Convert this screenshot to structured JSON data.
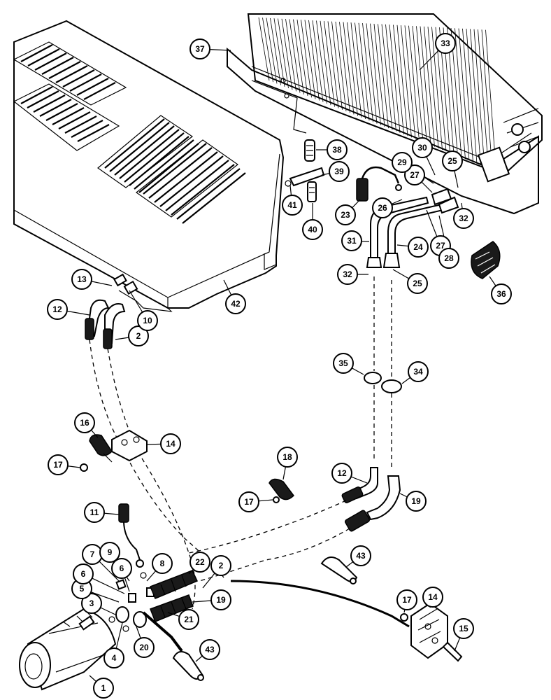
{
  "callouts": [
    {
      "label": "1"
    },
    {
      "label": "2"
    },
    {
      "label": "2"
    },
    {
      "label": "3"
    },
    {
      "label": "4"
    },
    {
      "label": "5"
    },
    {
      "label": "6"
    },
    {
      "label": "6"
    },
    {
      "label": "7"
    },
    {
      "label": "8"
    },
    {
      "label": "9"
    },
    {
      "label": "10"
    },
    {
      "label": "11"
    },
    {
      "label": "12"
    },
    {
      "label": "12"
    },
    {
      "label": "13"
    },
    {
      "label": "14"
    },
    {
      "label": "14"
    },
    {
      "label": "15"
    },
    {
      "label": "16"
    },
    {
      "label": "17"
    },
    {
      "label": "17"
    },
    {
      "label": "17"
    },
    {
      "label": "18"
    },
    {
      "label": "19"
    },
    {
      "label": "19"
    },
    {
      "label": "20"
    },
    {
      "label": "21"
    },
    {
      "label": "22"
    },
    {
      "label": "23"
    },
    {
      "label": "24"
    },
    {
      "label": "25"
    },
    {
      "label": "25"
    },
    {
      "label": "26"
    },
    {
      "label": "27"
    },
    {
      "label": "27"
    },
    {
      "label": "28"
    },
    {
      "label": "29"
    },
    {
      "label": "30"
    },
    {
      "label": "31"
    },
    {
      "label": "32"
    },
    {
      "label": "32"
    },
    {
      "label": "33"
    },
    {
      "label": "34"
    },
    {
      "label": "35"
    },
    {
      "label": "36"
    },
    {
      "label": "37"
    },
    {
      "label": "38"
    },
    {
      "label": "39"
    },
    {
      "label": "40"
    },
    {
      "label": "41"
    },
    {
      "label": "42"
    },
    {
      "label": "43"
    },
    {
      "label": "43"
    }
  ],
  "colors": {
    "ink": "#000000",
    "paper": "#ffffff"
  }
}
